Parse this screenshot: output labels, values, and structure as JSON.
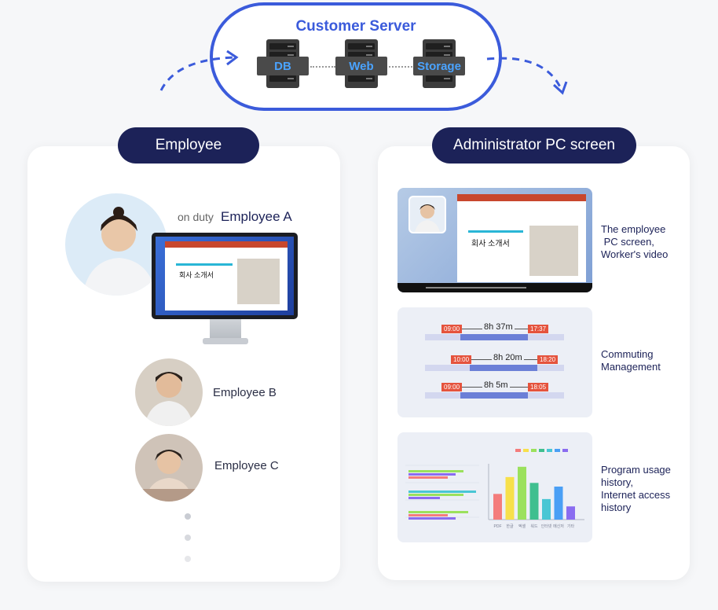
{
  "server": {
    "title": "Customer Server",
    "racks": [
      "DB",
      "Web",
      "Storage"
    ]
  },
  "employee_section": {
    "badge": "Employee",
    "employee_a_prefix": "on duty",
    "employee_a_name": "Employee A",
    "monitor_doc_title": "회사 소개서",
    "employee_b": "Employee B",
    "employee_c": "Employee C"
  },
  "admin_section": {
    "badge": "Administrator PC screen",
    "video_doc_title": "회사 소개서",
    "label_video": "The employee\n PC screen,\nWorker's video",
    "commute_rows": [
      {
        "start": "09:00",
        "duration": "8h 37m",
        "end": "17:37"
      },
      {
        "start": "10:00",
        "duration": "8h 20m",
        "end": "18:20"
      },
      {
        "start": "09:00",
        "duration": "8h 5m",
        "end": "18:05"
      }
    ],
    "label_commute": "Commuting\nManagement",
    "usage_chart_x": [
      "PDF",
      "한글",
      "엑셀",
      "워드",
      "인터넷",
      "메신저",
      "기타"
    ],
    "label_usage": "Program usage\nhistory,\nInternet access\nhistory"
  },
  "chart_data": {
    "type": "bar",
    "categories": [
      "PDF",
      "한글",
      "엑셀",
      "워드",
      "인터넷",
      "메신저",
      "기타"
    ],
    "values": [
      35,
      58,
      72,
      50,
      28,
      45,
      18
    ],
    "colors": [
      "#f47c7c",
      "#f7e04b",
      "#9be15d",
      "#3fbf8f",
      "#49c6d4",
      "#4a9ff5",
      "#8a6cf0"
    ]
  },
  "colors": {
    "accent": "#3b5bdb",
    "badge": "#1c2258",
    "time_tag": "#e5533d",
    "bar": "#6b7fd7"
  }
}
